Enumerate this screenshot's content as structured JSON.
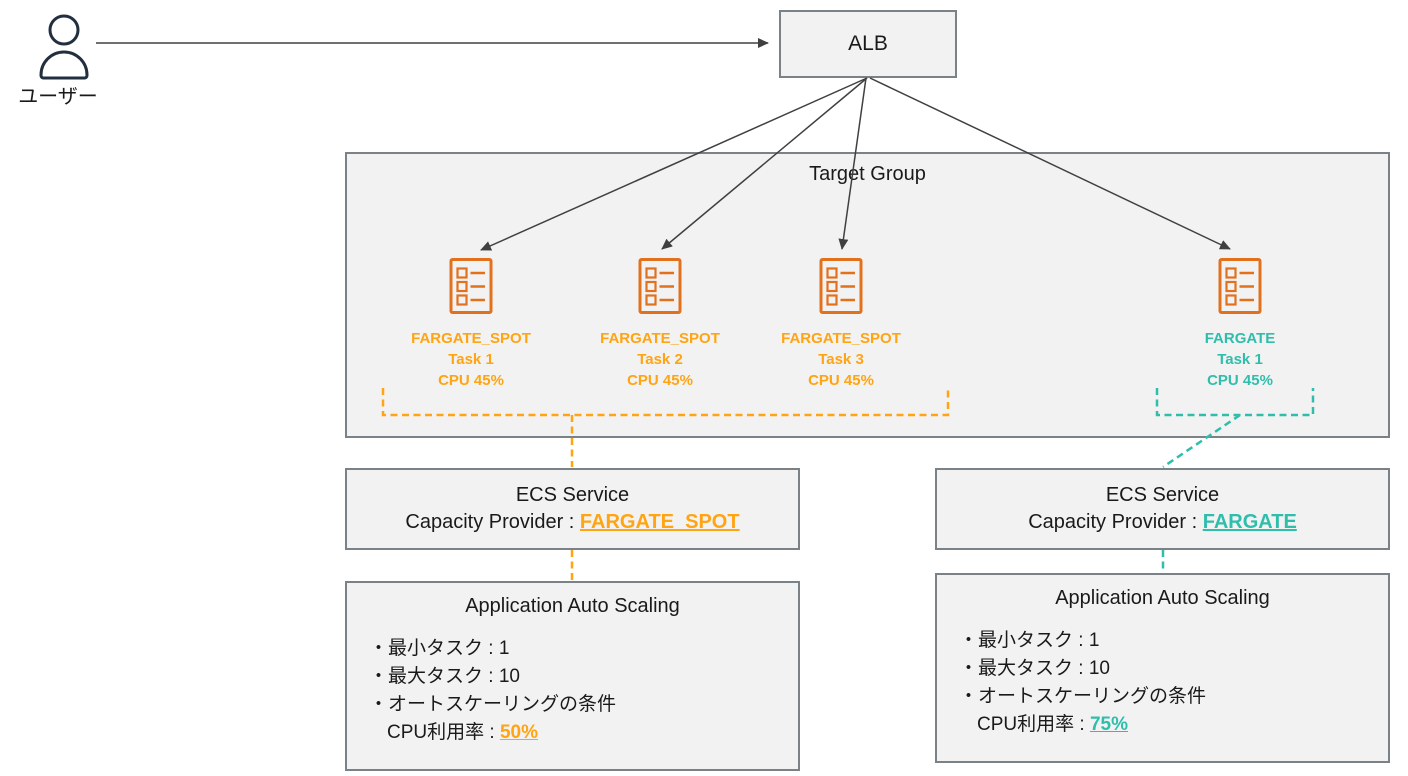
{
  "colors": {
    "orange": "#FFA412",
    "orange_icon": "#E2711D",
    "teal": "#30BEAC",
    "box_fill": "#F2F2F2",
    "box_border": "#7B8287",
    "arrow": "#404040",
    "user_icon": "#232F3E",
    "text": "#1A1A1A"
  },
  "user": {
    "label": "ユーザー"
  },
  "alb": {
    "label": "ALB"
  },
  "target_group": {
    "title": "Target Group"
  },
  "tasks": [
    {
      "provider": "FARGATE_SPOT",
      "task": "Task 1",
      "cpu": "CPU 45%"
    },
    {
      "provider": "FARGATE_SPOT",
      "task": "Task 2",
      "cpu": "CPU 45%"
    },
    {
      "provider": "FARGATE_SPOT",
      "task": "Task 3",
      "cpu": "CPU 45%"
    },
    {
      "provider": "FARGATE",
      "task": "Task 1",
      "cpu": "CPU 45%"
    }
  ],
  "ecs_services": {
    "left": {
      "title": "ECS Service",
      "capacity_label": "Capacity Provider : ",
      "provider": "FARGATE_SPOT"
    },
    "right": {
      "title": "ECS Service",
      "capacity_label": "Capacity Provider : ",
      "provider": "FARGATE"
    }
  },
  "auto_scaling": {
    "left": {
      "title": "Application Auto Scaling",
      "min_tasks": "・最小タスク : 1",
      "max_tasks": "・最大タスク : 10",
      "condition": "・オートスケーリングの条件",
      "cpu_label": "CPU利用率 : ",
      "cpu_value": "50%"
    },
    "right": {
      "title": "Application Auto Scaling",
      "min_tasks": "・最小タスク : 1",
      "max_tasks": "・最大タスク : 10",
      "condition": "・オートスケーリングの条件",
      "cpu_label": "CPU利用率 : ",
      "cpu_value": "75%"
    }
  }
}
